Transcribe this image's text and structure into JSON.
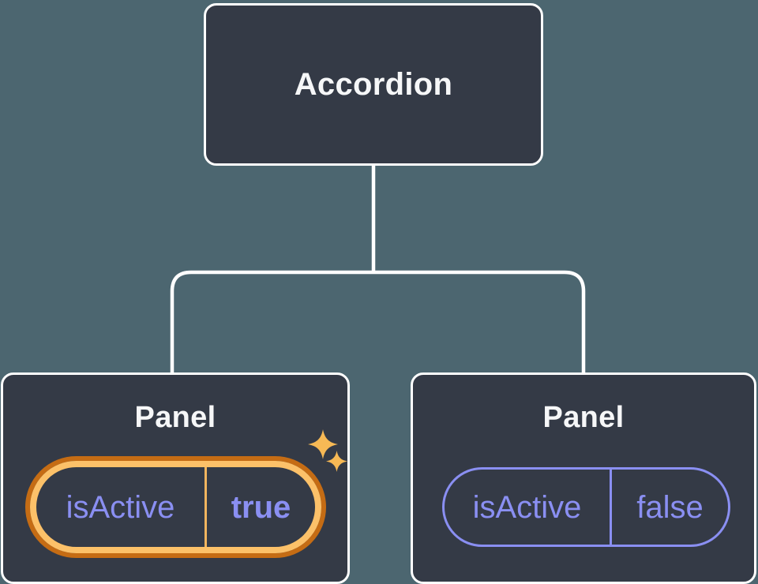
{
  "colors": {
    "background": "#4C6670",
    "node_fill": "#343A46",
    "node_border": "#FFFFFF",
    "connector": "#FFFFFF",
    "title_text": "#F6F7F8",
    "prop_text": "#8A8FF2",
    "prop_border": "#8A8FF2",
    "highlight_ring_outer": "#C56C14",
    "highlight_ring_inner": "#FCC169",
    "highlight_divider": "#F3B55E",
    "sparkle": "#F7B955"
  },
  "tree": {
    "root": {
      "label": "Accordion"
    },
    "children": [
      {
        "title": "Panel",
        "prop_name": "isActive",
        "prop_value": "true",
        "state": "active-highlighted"
      },
      {
        "title": "Panel",
        "prop_name": "isActive",
        "prop_value": "false",
        "state": "inactive"
      }
    ]
  }
}
